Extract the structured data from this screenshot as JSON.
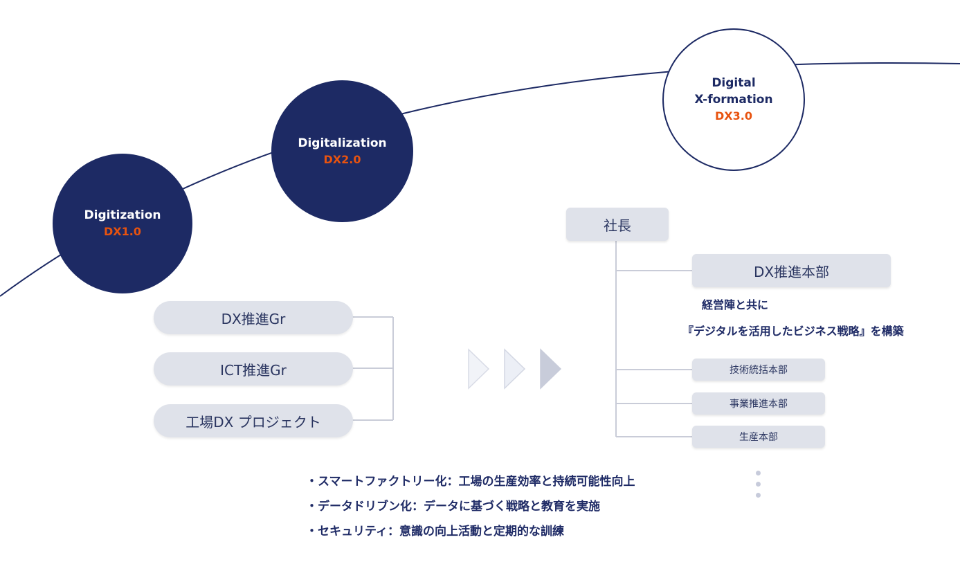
{
  "stages": [
    {
      "name": "Digitization",
      "version": "DX1.0"
    },
    {
      "name": "Digitalization",
      "version": "DX2.0"
    },
    {
      "name_line1": "Digital",
      "name_line2": "X-formation",
      "version": "DX3.0"
    }
  ],
  "old_org": {
    "groups": [
      "DX推進Gr",
      "ICT推進Gr",
      "工場DX プロジェクト"
    ]
  },
  "new_org": {
    "top": "社長",
    "dx_division": "DX推進本部",
    "dx_note_line1": "経営陣と共に",
    "dx_note_line2": "『デジタルを活用したビジネス戦略』を構築",
    "divisions": [
      "技術統括本部",
      "事業推進本部",
      "生産本部"
    ]
  },
  "initiatives": [
    "・スマートファクトリー化：工場の生産効率と持続可能性向上",
    "・データドリブン化：データに基づく戦略と教育を実施",
    "・セキュリティ：意識の向上活動と定期的な訓練"
  ],
  "colors": {
    "navy": "#1d2a64",
    "accent": "#e8530f",
    "box": "#dfe2ea"
  }
}
